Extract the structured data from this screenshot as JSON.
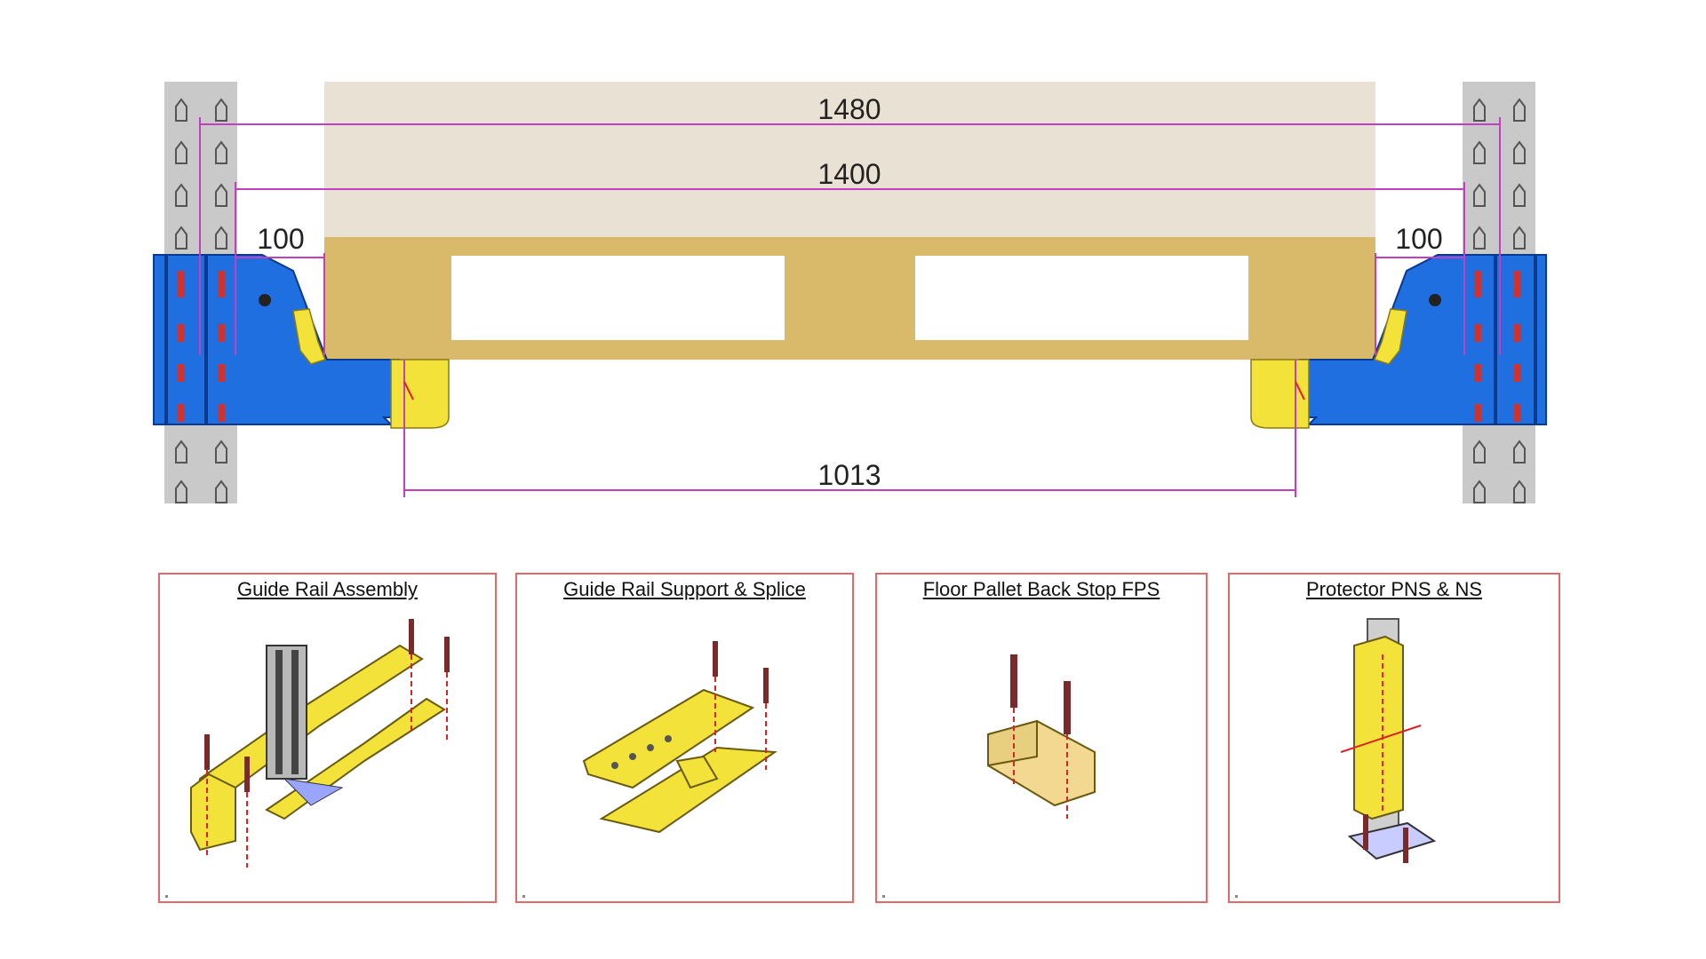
{
  "dimensions": {
    "overall": "1480",
    "pallet": "1400",
    "left_clearance": "100",
    "right_clearance": "100",
    "rail_gap": "1013"
  },
  "panels": [
    {
      "title": "Guide Rail Assembly"
    },
    {
      "title": "Guide Rail Support & Splice"
    },
    {
      "title": "Floor Pallet Back Stop FPS"
    },
    {
      "title": "Protector PNS & NS"
    }
  ],
  "colors": {
    "upright": "#c9c9c9",
    "guide_rail": "#1f6fe0",
    "pallet_top": "#e9e1d3",
    "pallet_block": "#d9ba6a",
    "yellow_part": "#f2e23a",
    "dimension_line": "#c23fc2",
    "panel_border": "#e06a6a"
  }
}
